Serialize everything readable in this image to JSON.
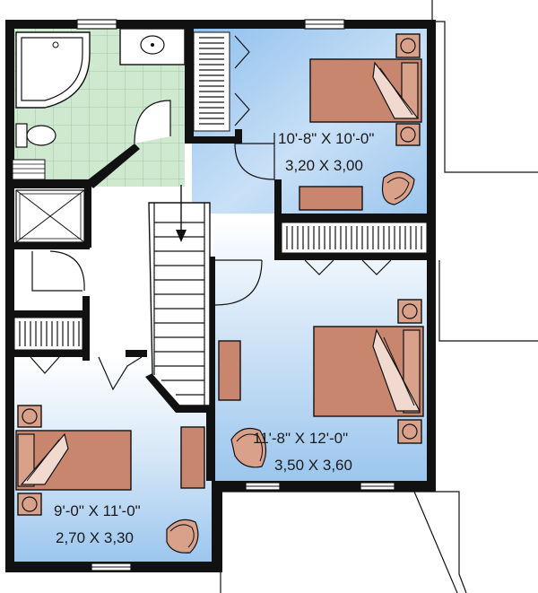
{
  "plan": {
    "rooms": [
      {
        "id": "bedroom-top-right",
        "dim_imperial": "10'-8\" X 10'-0\"",
        "dim_metric": "3,20 X 3,00"
      },
      {
        "id": "bedroom-bottom-right",
        "dim_imperial": "11'-8\" X 12'-0\"",
        "dim_metric": "3,50 X 3,60"
      },
      {
        "id": "bedroom-bottom-left",
        "dim_imperial": "9'-0\" X 11'-0\"",
        "dim_metric": "2,70 X 3,30"
      }
    ],
    "colors": {
      "room_fill": "#a9cdf0",
      "room_fill_light": "#ffffff",
      "bath_tile": "#cfe8d0",
      "furniture": "#c9866f",
      "wall": "#111111"
    }
  }
}
